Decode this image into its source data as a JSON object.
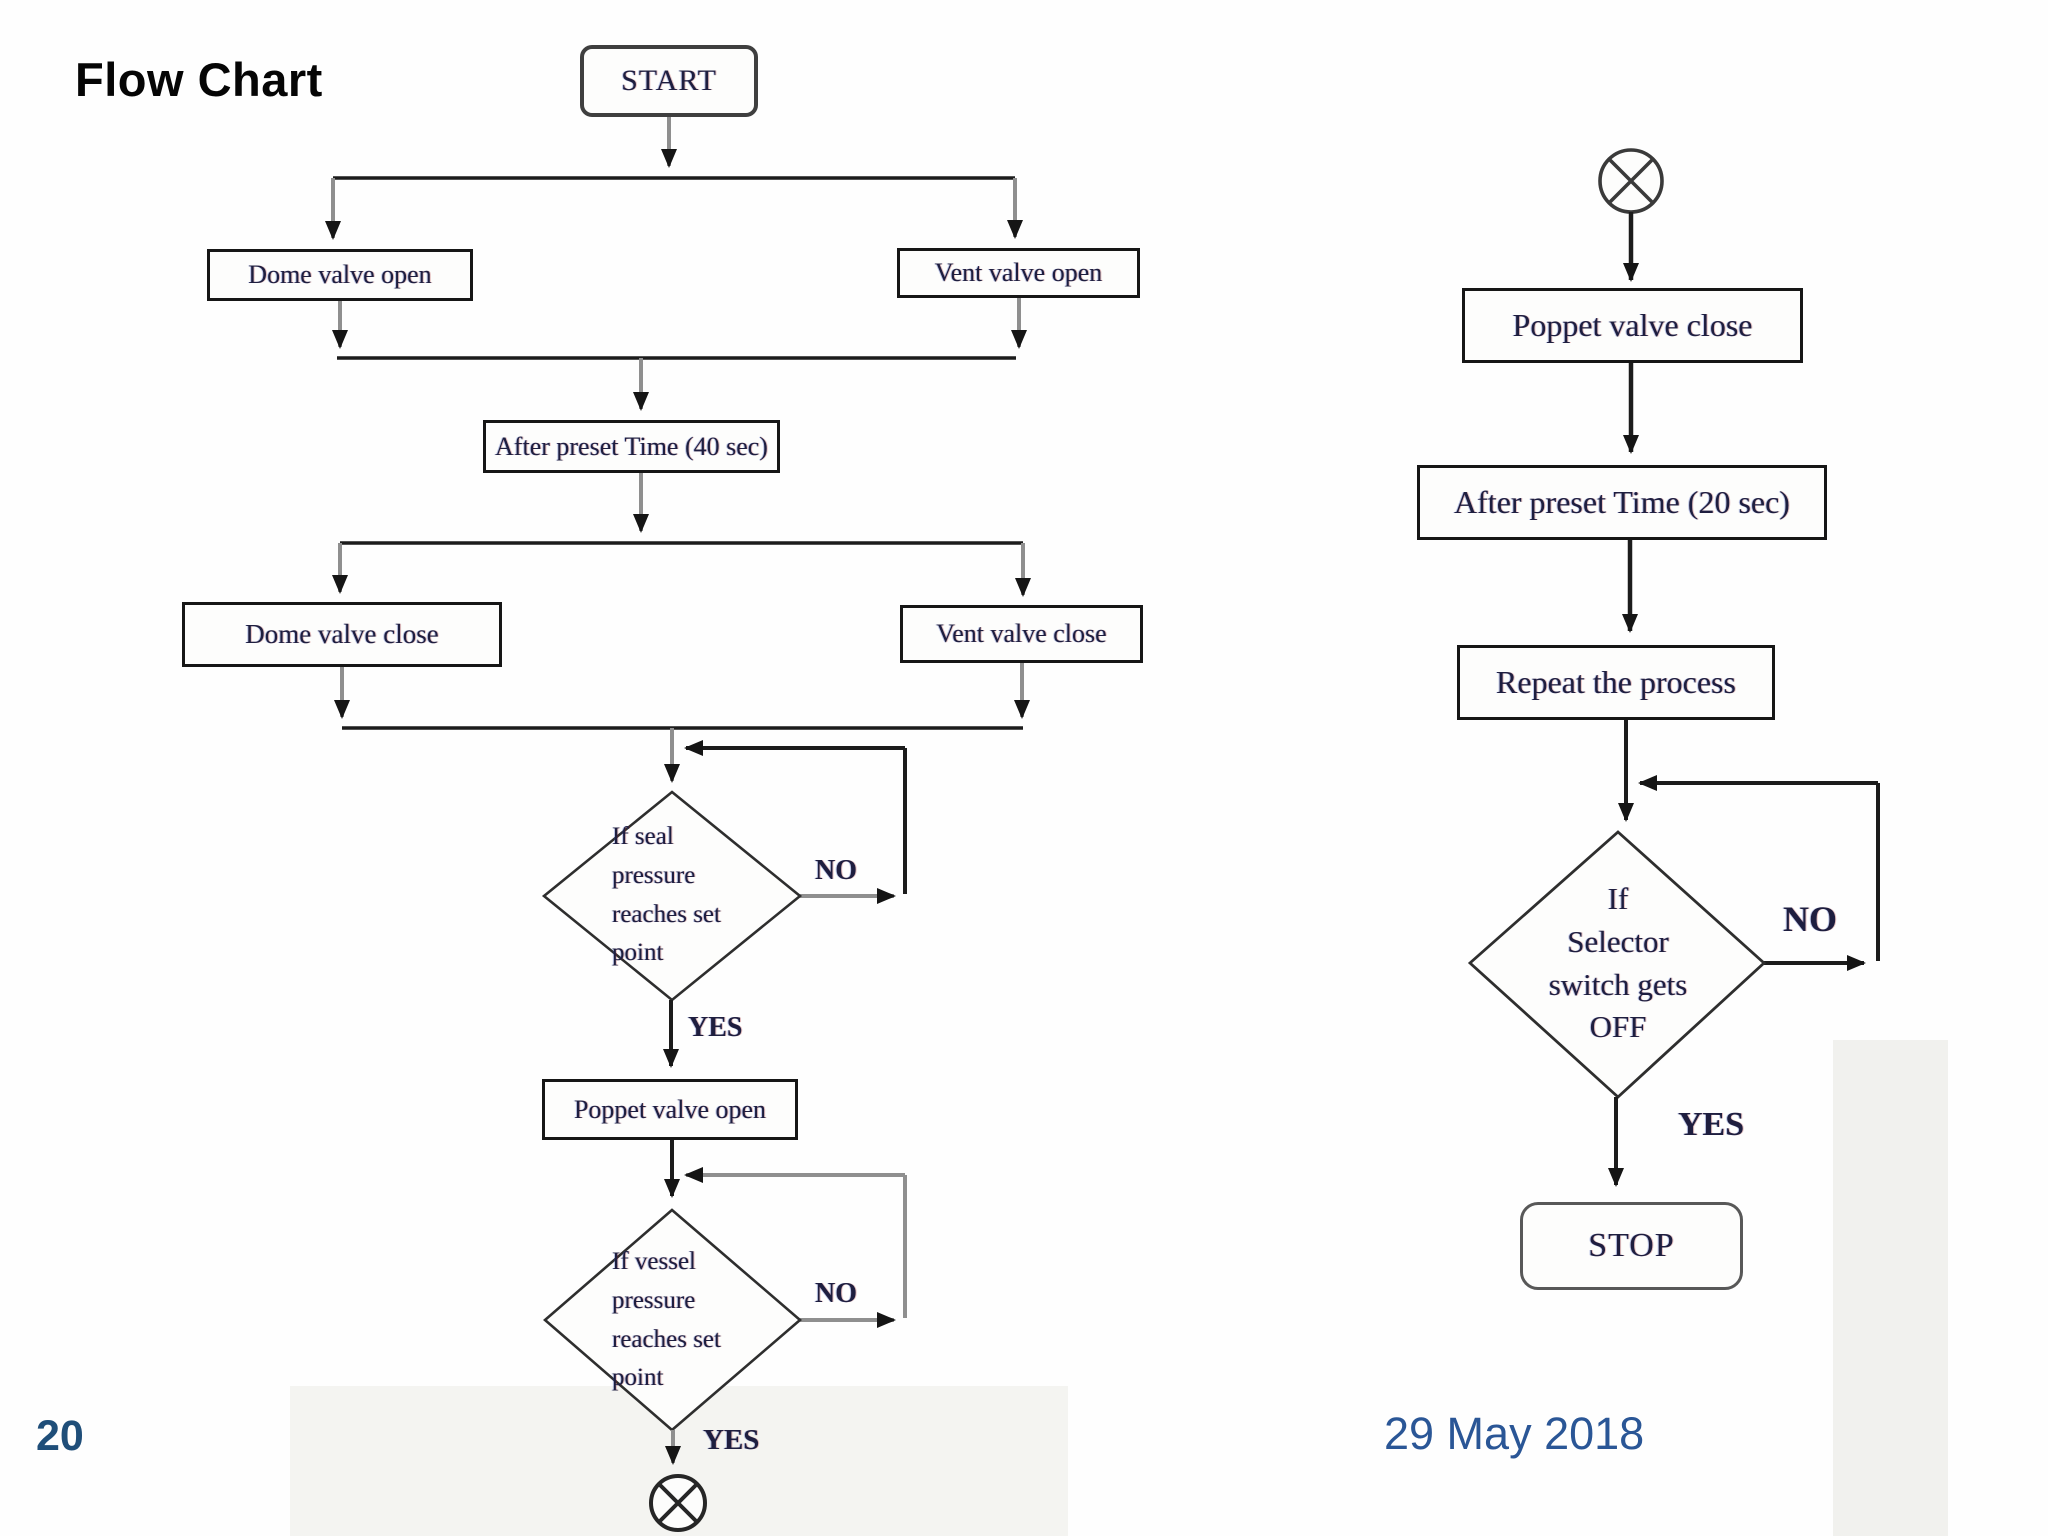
{
  "slide": {
    "title": "Flow Chart",
    "page_number": "20",
    "date": "29 May 2018"
  },
  "left": {
    "start": "START",
    "dome_open": "Dome valve open",
    "vent_open": "Vent valve open",
    "after_preset": "After preset Time (40 sec)",
    "dome_close": "Dome valve close",
    "vent_close": "Vent valve close",
    "decision_seal": "If seal\npressure\nreaches set\npoint",
    "no1": "NO",
    "yes1": "YES",
    "poppet_open": "Poppet valve open",
    "decision_vessel": "If vessel\npressure\nreaches set\npoint",
    "no2": "NO",
    "yes2": "YES"
  },
  "right": {
    "poppet_close": "Poppet valve close",
    "after_preset": "After preset Time (20 sec)",
    "repeat": "Repeat the process",
    "decision_selector": "If\nSelector\nswitch gets\nOFF",
    "no": "NO",
    "yes": "YES",
    "stop": "STOP"
  },
  "icons": {
    "offpage_connector": "circle-x-connector-icon"
  },
  "colors": {
    "accent_blue": "#1F4E79",
    "date_blue": "#2a5696",
    "text_navy": "#1e1e3f",
    "line_black": "#1c1c1c",
    "line_gray": "#8f8f8f"
  }
}
